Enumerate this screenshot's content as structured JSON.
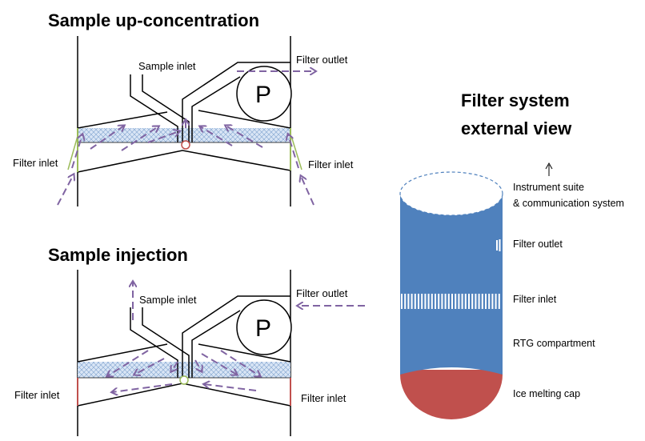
{
  "diagram_top": {
    "title": "Sample up-concentration",
    "sample_inlet": "Sample inlet",
    "filter_outlet": "Filter outlet",
    "filter_inlet_left": "Filter inlet",
    "filter_inlet_right": "Filter inlet",
    "pump_label": "P"
  },
  "diagram_bottom": {
    "title": "Sample injection",
    "sample_inlet": "Sample inlet",
    "filter_outlet": "Filter outlet",
    "filter_inlet_left": "Filter inlet",
    "filter_inlet_right": "Filter inlet",
    "pump_label": "P"
  },
  "external_view": {
    "title_line1": "Filter system",
    "title_line2": "external view",
    "labels": {
      "instrument_line1": "Instrument suite",
      "instrument_line2": "& communication system",
      "filter_outlet": "Filter outlet",
      "filter_inlet": "Filter inlet",
      "rtg": "RTG compartment",
      "ice_cap": "Ice melting cap"
    }
  },
  "colors": {
    "arrow": "#8064a2",
    "filter_fill": "#c6d9f1",
    "probe_body": "#4f81bd",
    "cap": "#c0504d",
    "inlet_green": "#9bbb59",
    "inlet_red": "#c0504d"
  }
}
